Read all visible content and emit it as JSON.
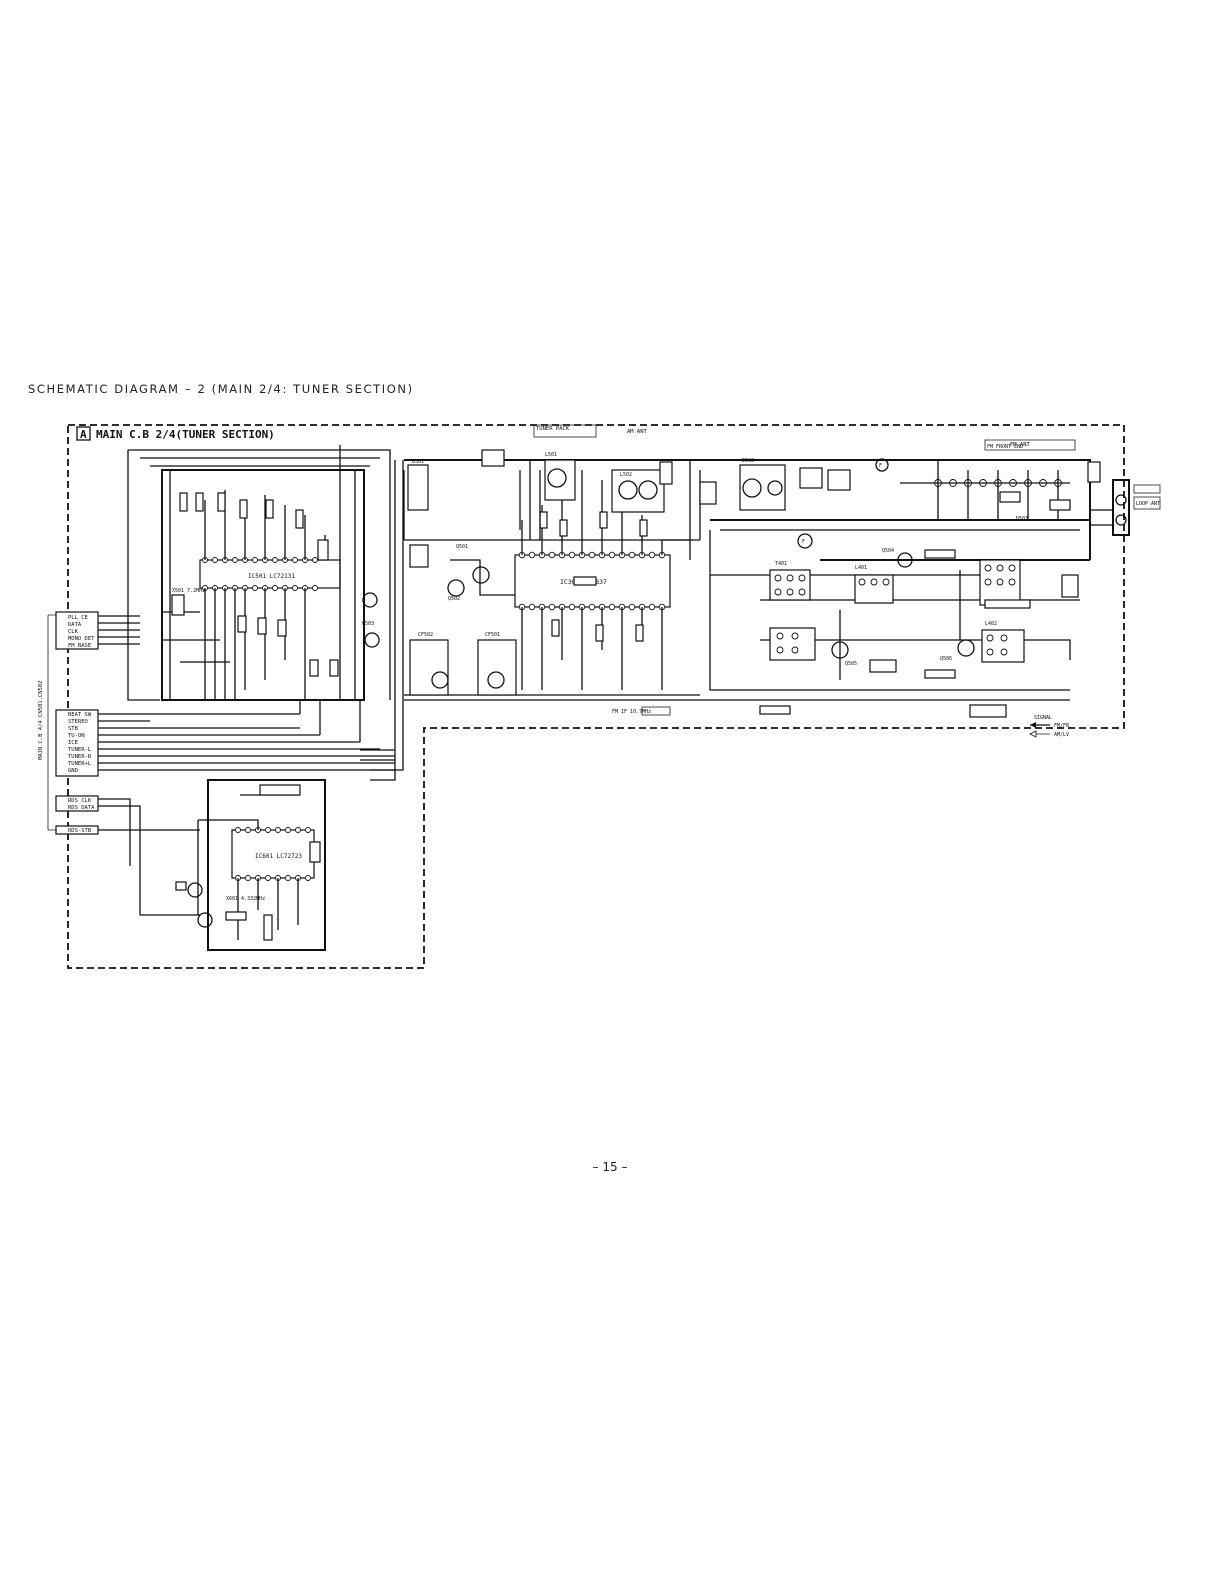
{
  "page": {
    "heading": "SCHEMATIC DIAGRAM – 2 (MAIN 2/4: TUNER SECTION)",
    "footer": "– 15 –"
  },
  "schematic": {
    "board_letter": "A",
    "board_title": "MAIN C.B 2/4(TUNER SECTION)",
    "connector_side_label": "MAIN C.B 4/4 CN501,CN502",
    "left_connector_a": [
      "PLL CE",
      "DATA",
      "CLK",
      "MONO DET",
      "FM BASE"
    ],
    "left_connector_b": [
      "BEAT SW",
      "STEREO",
      "STB",
      "TU-ON",
      "ICE",
      "TUNER-L",
      "TUNER-R",
      "TUNER+L",
      "GND"
    ],
    "left_connector_c": [
      "RDS CLK",
      "RDS DATA"
    ],
    "left_connector_d": [
      "RDS-STB"
    ],
    "ic_labels": [
      "IC501 LC72131",
      "IC301 LA1837",
      "IC601 LC72723"
    ],
    "top_labels": [
      "TUNER PACK",
      "AM ANT",
      "FM ANT",
      "LOOP ANT",
      "FM FRONT END"
    ],
    "part_labels": [
      "Q501",
      "Q502",
      "Q503",
      "Q504",
      "Q505",
      "Q506",
      "L401",
      "L402",
      "L501",
      "L502",
      "CF501",
      "CF502",
      "X501 7.2MHz",
      "X601 4.332MHz",
      "D501",
      "D502",
      "D503",
      "T401"
    ],
    "legend": [
      "SIGNAL",
      "FM/FB",
      "AM/LV"
    ],
    "bottom_label": "FM IF 10.7MHz"
  }
}
